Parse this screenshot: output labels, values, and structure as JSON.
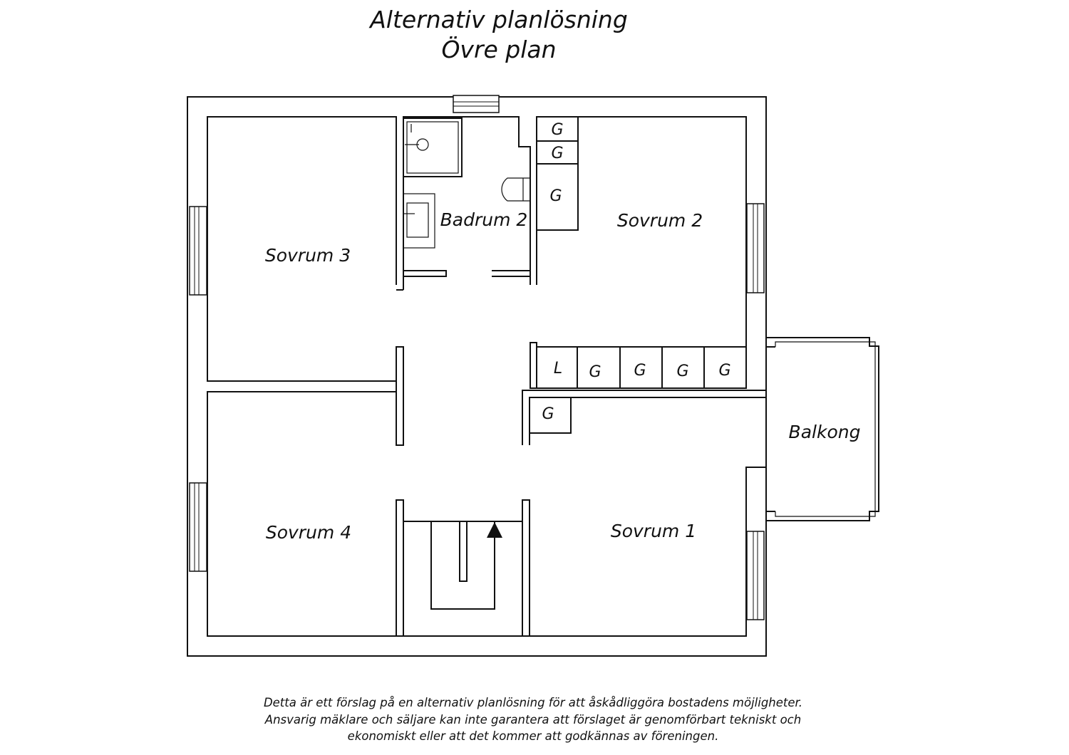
{
  "heading": {
    "title_line1": "Alternativ planlösning",
    "title_line2": "Övre plan"
  },
  "rooms": {
    "sovrum3": "Sovrum 3",
    "badrum2": "Badrum 2",
    "sovrum2": "Sovrum 2",
    "balkong": "Balkong",
    "sovrum4": "Sovrum 4",
    "sovrum1": "Sovrum 1"
  },
  "storage": {
    "top_cabinets": [
      "G",
      "G",
      "G"
    ],
    "hall_cabinets": [
      "L",
      "G",
      "G",
      "G",
      "G"
    ],
    "lower_cabinet": "G"
  },
  "disclaimer": {
    "line1": "Detta är ett förslag på en alternativ planlösning för att åskådliggöra bostadens möjligheter.",
    "line2": "Ansvarig mäklare och säljare kan inte garantera att förslaget är genomförbart tekniskt och",
    "line3": "ekonomiskt eller att det kommer att godkännas av föreningen."
  }
}
